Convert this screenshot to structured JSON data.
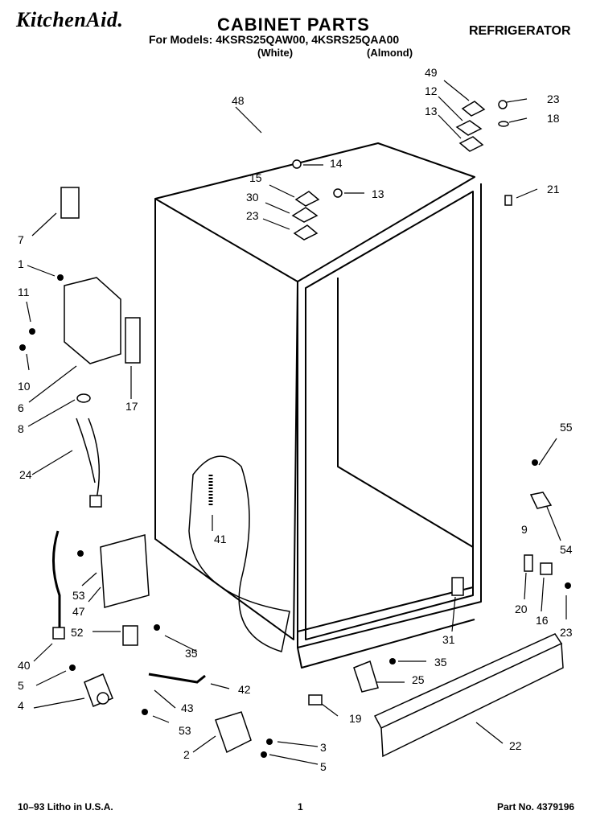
{
  "header": {
    "brand": "KitchenAid.",
    "title": "CABINET PARTS",
    "product": "REFRIGERATOR",
    "models": "For Models: 4KSRS25QAW00,  4KSRS25QAA00",
    "color_white": "(White)",
    "color_almond": "(Almond)"
  },
  "callouts": [
    "48",
    "49",
    "12",
    "13",
    "23",
    "18",
    "14",
    "15",
    "30",
    "23",
    "13",
    "21",
    "7",
    "1",
    "11",
    "10",
    "6",
    "17",
    "8",
    "24",
    "41",
    "55",
    "54",
    "9",
    "20",
    "16",
    "23",
    "31",
    "53",
    "47",
    "52",
    "35",
    "40",
    "5",
    "4",
    "42",
    "43",
    "53",
    "35",
    "25",
    "19",
    "22",
    "2",
    "3",
    "5"
  ],
  "footer": {
    "printed": "10–93 Litho in U.S.A.",
    "page": "1",
    "part_no": "Part No. 4379196"
  }
}
